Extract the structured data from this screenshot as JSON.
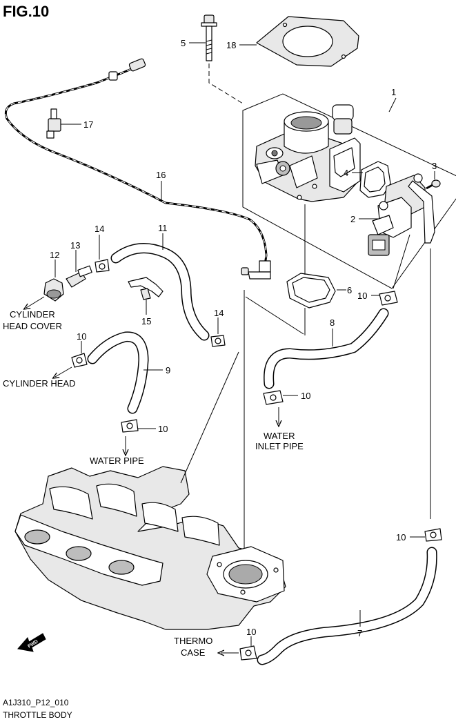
{
  "figure": {
    "title": "FIG.10",
    "code": "A1J310_P12_010",
    "name": "THROTTLE BODY",
    "fwd_mark": "FWD"
  },
  "callouts": {
    "c1": "1",
    "c2": "2",
    "c3": "3",
    "c4": "4",
    "c5": "5",
    "c6": "6",
    "c7": "7",
    "c8": "8",
    "c9": "9",
    "c10a": "10",
    "c10b": "10",
    "c10c": "10",
    "c10d": "10",
    "c10e": "10",
    "c10f": "10",
    "c11": "11",
    "c12": "12",
    "c13": "13",
    "c14a": "14",
    "c14b": "14",
    "c15": "15",
    "c16": "16",
    "c17": "17",
    "c18": "18"
  },
  "destinations": {
    "cyl_head_cover_1": "CYLINDER",
    "cyl_head_cover_2": "HEAD COVER",
    "cyl_head": "CYLINDER HEAD",
    "water_pipe": "WATER PIPE",
    "water_inlet_1": "WATER",
    "water_inlet_2": "INLET PIPE",
    "thermo_1": "THERMO",
    "thermo_2": "CASE"
  }
}
